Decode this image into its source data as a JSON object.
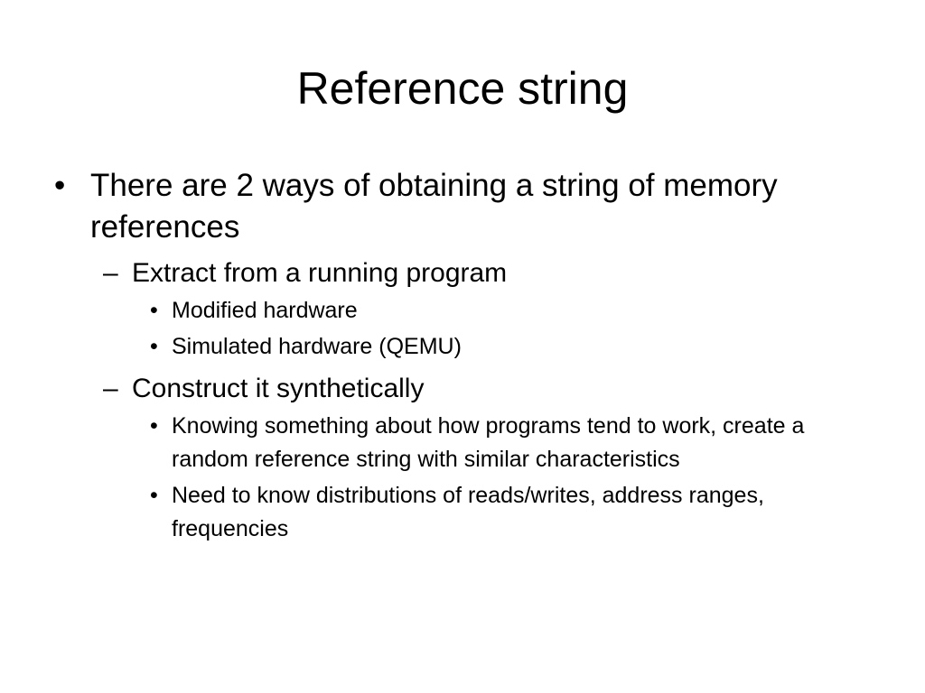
{
  "slide": {
    "title": "Reference string",
    "bullets": [
      {
        "text": "There are 2 ways of obtaining a string of memory references",
        "marker": "•",
        "children": [
          {
            "text": "Extract from a running program",
            "marker": "–",
            "children": [
              {
                "text": "Modified hardware",
                "marker": "•"
              },
              {
                "text": "Simulated hardware (QEMU)",
                "marker": "•"
              }
            ]
          },
          {
            "text": "Construct it synthetically",
            "marker": "–",
            "children": [
              {
                "text": "Knowing something about how programs tend to work, create a random reference string with similar characteristics",
                "marker": "•"
              },
              {
                "text": "Need to know distributions of reads/writes, address ranges, frequencies",
                "marker": "•"
              }
            ]
          }
        ]
      }
    ]
  }
}
